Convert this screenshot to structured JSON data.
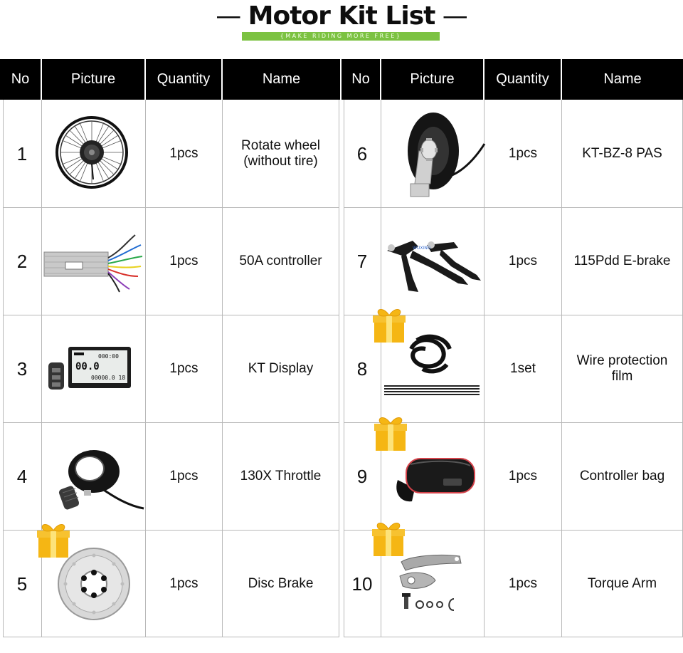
{
  "header": {
    "title": "Motor Kit List",
    "subtitle": "{MAKE RIDING MORE FREE}"
  },
  "columns": {
    "no": "No",
    "picture": "Picture",
    "quantity": "Quantity",
    "name": "Name"
  },
  "items": [
    {
      "no": "1",
      "quantity": "1pcs",
      "name": "Rotate wheel\n(without tire)",
      "icon": "wheel-icon",
      "gift": false
    },
    {
      "no": "2",
      "quantity": "1pcs",
      "name": "50A controller",
      "icon": "controller-icon",
      "gift": false
    },
    {
      "no": "3",
      "quantity": "1pcs",
      "name": "KT Display",
      "icon": "display-icon",
      "gift": false
    },
    {
      "no": "4",
      "quantity": "1pcs",
      "name": "130X Throttle",
      "icon": "throttle-icon",
      "gift": false
    },
    {
      "no": "5",
      "quantity": "1pcs",
      "name": "Disc Brake",
      "icon": "disc-brake-icon",
      "gift": true
    },
    {
      "no": "6",
      "quantity": "1pcs",
      "name": "KT-BZ-8 PAS",
      "icon": "pas-sensor-icon",
      "gift": false
    },
    {
      "no": "7",
      "quantity": "1pcs",
      "name": "115Pdd E-brake",
      "icon": "brake-lever-icon",
      "gift": false
    },
    {
      "no": "8",
      "quantity": "1set",
      "name": "Wire protection film",
      "icon": "wire-film-icon",
      "gift": true
    },
    {
      "no": "9",
      "quantity": "1pcs",
      "name": "Controller bag",
      "icon": "bag-icon",
      "gift": true
    },
    {
      "no": "10",
      "quantity": "1pcs",
      "name": "Torque Arm",
      "icon": "torque-arm-icon",
      "gift": true
    }
  ],
  "colors": {
    "header_bg": "#000000",
    "subtitle_bg": "#7cc242",
    "gift_box": "#f5b614",
    "gift_ribbon": "#fde37a"
  }
}
